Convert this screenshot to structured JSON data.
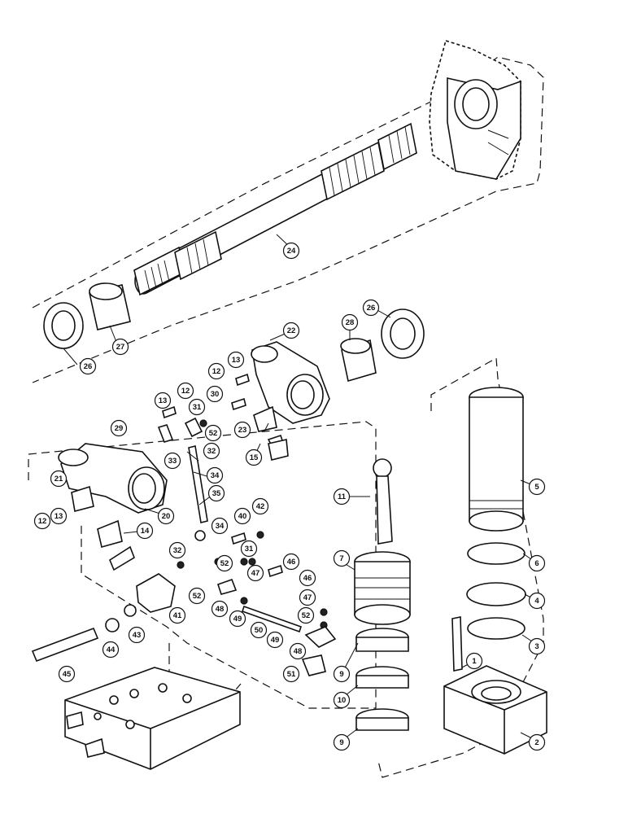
{
  "callouts": [
    {
      "id": "c1",
      "label": "1"
    },
    {
      "id": "c2",
      "label": "2"
    },
    {
      "id": "c3",
      "label": "3"
    },
    {
      "id": "c4",
      "label": "4"
    },
    {
      "id": "c5",
      "label": "5"
    },
    {
      "id": "c6",
      "label": "6"
    },
    {
      "id": "c7",
      "label": "7"
    },
    {
      "id": "c9a",
      "label": "9"
    },
    {
      "id": "c9b",
      "label": "9"
    },
    {
      "id": "c10",
      "label": "10"
    },
    {
      "id": "c11",
      "label": "11"
    },
    {
      "id": "c12a",
      "label": "12"
    },
    {
      "id": "c12b",
      "label": "12"
    },
    {
      "id": "c12c",
      "label": "12"
    },
    {
      "id": "c13a",
      "label": "13"
    },
    {
      "id": "c13b",
      "label": "13"
    },
    {
      "id": "c13c",
      "label": "13"
    },
    {
      "id": "c14",
      "label": "14"
    },
    {
      "id": "c15",
      "label": "15"
    },
    {
      "id": "c20",
      "label": "20"
    },
    {
      "id": "c21",
      "label": "21"
    },
    {
      "id": "c22",
      "label": "22"
    },
    {
      "id": "c23",
      "label": "23"
    },
    {
      "id": "c24",
      "label": "24"
    },
    {
      "id": "c26a",
      "label": "26"
    },
    {
      "id": "c26b",
      "label": "26"
    },
    {
      "id": "c27",
      "label": "27"
    },
    {
      "id": "c28",
      "label": "28"
    },
    {
      "id": "c29",
      "label": "29"
    },
    {
      "id": "c30",
      "label": "30"
    },
    {
      "id": "c31a",
      "label": "31"
    },
    {
      "id": "c31b",
      "label": "31"
    },
    {
      "id": "c32a",
      "label": "32"
    },
    {
      "id": "c32b",
      "label": "32"
    },
    {
      "id": "c33",
      "label": "33"
    },
    {
      "id": "c34a",
      "label": "34"
    },
    {
      "id": "c34b",
      "label": "34"
    },
    {
      "id": "c35",
      "label": "35"
    },
    {
      "id": "c40",
      "label": "40"
    },
    {
      "id": "c41",
      "label": "41"
    },
    {
      "id": "c42",
      "label": "42"
    },
    {
      "id": "c43",
      "label": "43"
    },
    {
      "id": "c44",
      "label": "44"
    },
    {
      "id": "c45",
      "label": "45"
    },
    {
      "id": "c46a",
      "label": "46"
    },
    {
      "id": "c46b",
      "label": "46"
    },
    {
      "id": "c47a",
      "label": "47"
    },
    {
      "id": "c47b",
      "label": "47"
    },
    {
      "id": "c48a",
      "label": "48"
    },
    {
      "id": "c48b",
      "label": "48"
    },
    {
      "id": "c49a",
      "label": "49"
    },
    {
      "id": "c49b",
      "label": "49"
    },
    {
      "id": "c50",
      "label": "50"
    },
    {
      "id": "c51",
      "label": "51"
    },
    {
      "id": "c52a",
      "label": "52"
    },
    {
      "id": "c52b",
      "label": "52"
    },
    {
      "id": "c52c",
      "label": "52"
    },
    {
      "id": "c52d",
      "label": "52"
    }
  ]
}
